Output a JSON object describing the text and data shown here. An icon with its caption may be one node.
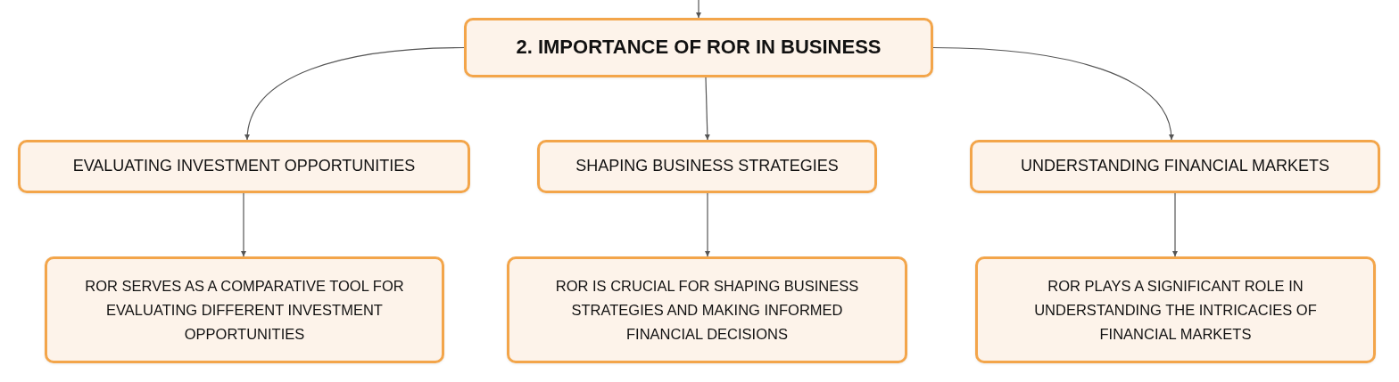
{
  "diagram": {
    "nodes": [
      {
        "text": [
          "2. IMPORTANCE OF ROR IN BUSINESS"
        ]
      },
      {
        "text": [
          "EVALUATING INVESTMENT OPPORTUNITIES"
        ]
      },
      {
        "text": [
          "SHAPING BUSINESS STRATEGIES"
        ]
      },
      {
        "text": [
          "UNDERSTANDING FINANCIAL MARKETS"
        ]
      },
      {
        "text": [
          "ROR SERVES AS A COMPARATIVE TOOL FOR EVALUATING DIFFERENT INVESTMENT OPPORTUNITIES"
        ]
      },
      {
        "text": [
          "ROR IS CRUCIAL FOR SHAPING BUSINESS STRATEGIES AND MAKING INFORMED FINANCIAL DECISIONS"
        ]
      },
      {
        "text": [
          "ROR PLAYS A SIGNIFICANT ROLE IN UNDERSTANDING THE INTRICACIES OF FINANCIAL MARKETS"
        ]
      }
    ],
    "edges": [
      {
        "from": null,
        "to": 0,
        "arrow": "to"
      },
      {
        "from": 0,
        "to": 1,
        "arrow": "to"
      },
      {
        "from": 0,
        "to": 2,
        "arrow": "to"
      },
      {
        "from": 0,
        "to": 3,
        "arrow": "to"
      },
      {
        "from": 1,
        "to": 4,
        "arrow": "to"
      },
      {
        "from": 2,
        "to": 5,
        "arrow": "to"
      },
      {
        "from": 3,
        "to": 6,
        "arrow": "to"
      }
    ]
  }
}
